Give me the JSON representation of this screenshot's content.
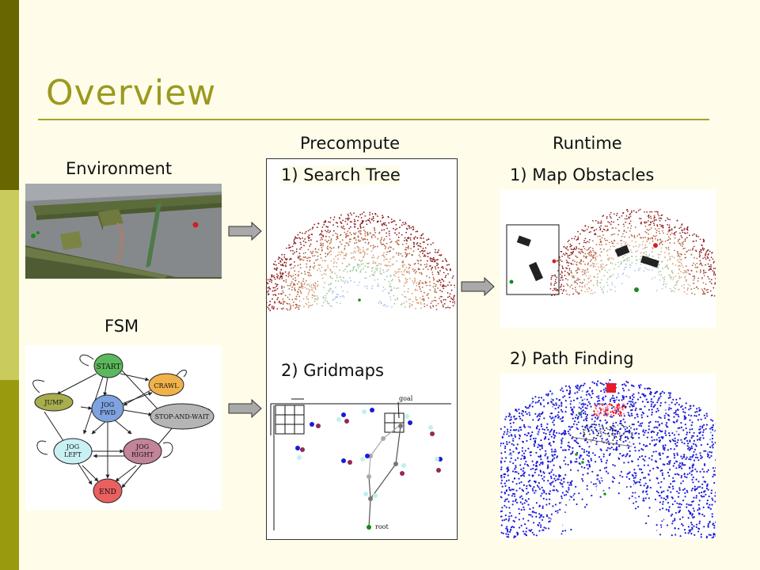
{
  "slide": {
    "title": "Overview",
    "accent_color": "#9c9a1e",
    "background": "#fffdea"
  },
  "left_column": {
    "environment_label": "Environment",
    "fsm_label": "FSM"
  },
  "headers": {
    "precompute": "Precompute",
    "runtime": "Runtime"
  },
  "precompute": {
    "search_tree_label": "1) Search Tree",
    "gridmaps_label": "2) Gridmaps",
    "gridmap_goal": "goal",
    "gridmap_root": "root"
  },
  "runtime": {
    "map_obstacles_label": "1) Map Obstacles",
    "path_finding_label": "2) Path Finding"
  },
  "fsm_nodes": {
    "start": "START",
    "jump": "JUMP",
    "crawl": "CRAWL",
    "jog_fwd_1": "JOG",
    "jog_fwd_2": "FWD",
    "stop_and_wait": "STOP-AND-WAIT",
    "jog_left_1": "JOG",
    "jog_left_2": "LEFT",
    "jog_right_1": "JOG",
    "jog_right_2": "RIGHT",
    "end": "END"
  }
}
